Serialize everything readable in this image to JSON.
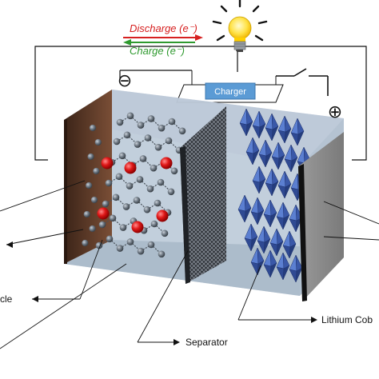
{
  "arrows": {
    "discharge_label": "Discharge (e⁻)",
    "discharge_color": "#d62020",
    "charge_label": "Charge (e⁻)",
    "charge_color": "#2f9a2f"
  },
  "charger_label": "Charger",
  "terminals": {
    "negative": "⊖",
    "positive": "⊕"
  },
  "callouts": {
    "separator": "Separator",
    "cathode_material": "Lithium Cob",
    "partial_label": "cle"
  },
  "colors": {
    "lithium_ion": "#e01818",
    "carbon_atom": "#6d7782",
    "cobalt_oxide": "#3f5fb3",
    "anode_plate": "#5b3a28",
    "cathode_plate": "#8a8a8a",
    "electrolyte": "#b8c6d6",
    "charger_box": "#5b9bd5"
  },
  "icons": [
    "light-bulb-icon",
    "switch-icon"
  ]
}
